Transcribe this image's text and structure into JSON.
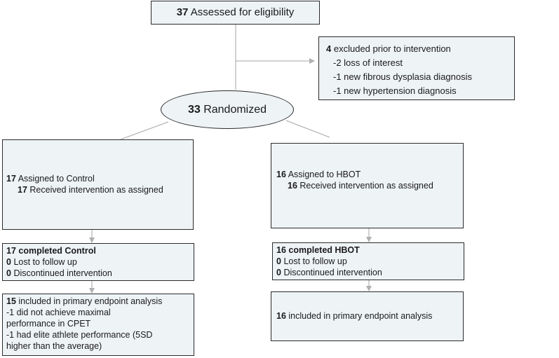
{
  "assessed": {
    "count": "37",
    "label": "Assessed for eligibility"
  },
  "excluded": {
    "count": "4",
    "label": "excluded prior to intervention",
    "reasons": [
      "-2 loss of interest",
      "-1 new fibrous dysplasia diagnosis",
      "-1 new hypertension diagnosis"
    ]
  },
  "randomized": {
    "count": "33",
    "label": "Randomized"
  },
  "control": {
    "assigned": {
      "count": "17",
      "label": "Assigned to Control"
    },
    "received": {
      "count": "17",
      "label": "Received intervention as assigned"
    },
    "completed": {
      "count": "17",
      "label": "completed Control"
    },
    "lost": {
      "count": "0",
      "label": "Lost to follow up"
    },
    "discontinued": {
      "count": "0",
      "label": "Discontinued intervention"
    },
    "analysis": {
      "count": "15",
      "label": "included in primary endpoint analysis",
      "notes": [
        "-1 did not achieve maximal",
        "performance in CPET",
        "-1 had elite athlete performance (5SD",
        "higher than the average)"
      ]
    }
  },
  "hbot": {
    "assigned": {
      "count": "16",
      "label": "Assigned to HBOT"
    },
    "received": {
      "count": "16",
      "label": "Received intervention as assigned"
    },
    "completed": {
      "count": "16",
      "label": "completed HBOT"
    },
    "lost": {
      "count": "0",
      "label": "Lost to follow up"
    },
    "discontinued": {
      "count": "0",
      "label": "Discontinued intervention"
    },
    "analysis": {
      "count": "16",
      "label": "included in primary endpoint analysis"
    }
  }
}
